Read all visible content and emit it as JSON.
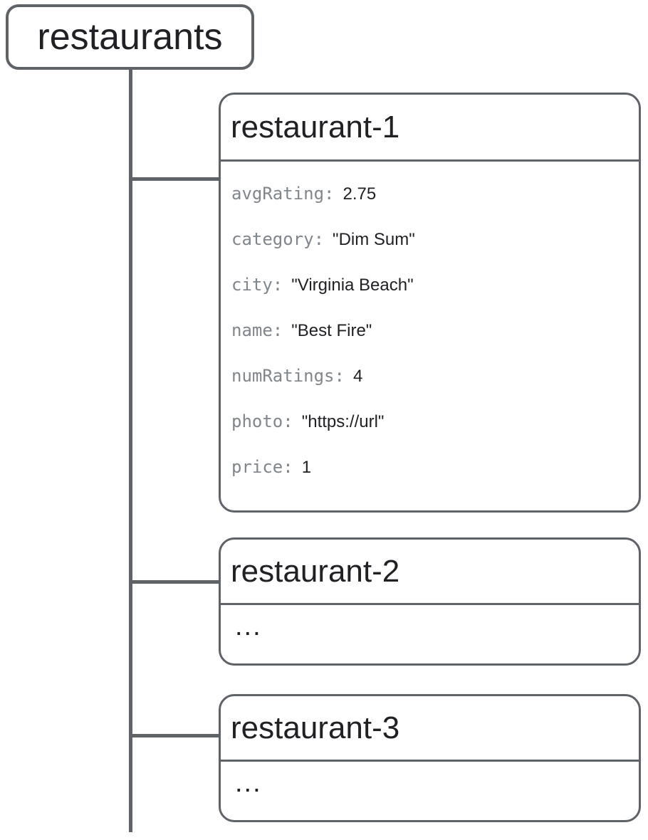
{
  "diagram": {
    "root": {
      "label": "restaurants"
    },
    "children": [
      {
        "title": "restaurant-1",
        "fields": [
          {
            "key": "avgRating:",
            "value": "2.75"
          },
          {
            "key": "category:",
            "value": "\"Dim Sum\""
          },
          {
            "key": "city:",
            "value": "\"Virginia Beach\""
          },
          {
            "key": "name:",
            "value": "\"Best Fire\""
          },
          {
            "key": "numRatings:",
            "value": "4"
          },
          {
            "key": "photo:",
            "value": "\"https://url\""
          },
          {
            "key": "price:",
            "value": "1"
          }
        ]
      },
      {
        "title": "restaurant-2",
        "body_placeholder": "..."
      },
      {
        "title": "restaurant-3",
        "body_placeholder": "..."
      }
    ],
    "colors": {
      "border": "#5f6368",
      "key_text": "#80868b",
      "value_text": "#202124",
      "background": "#ffffff"
    }
  }
}
